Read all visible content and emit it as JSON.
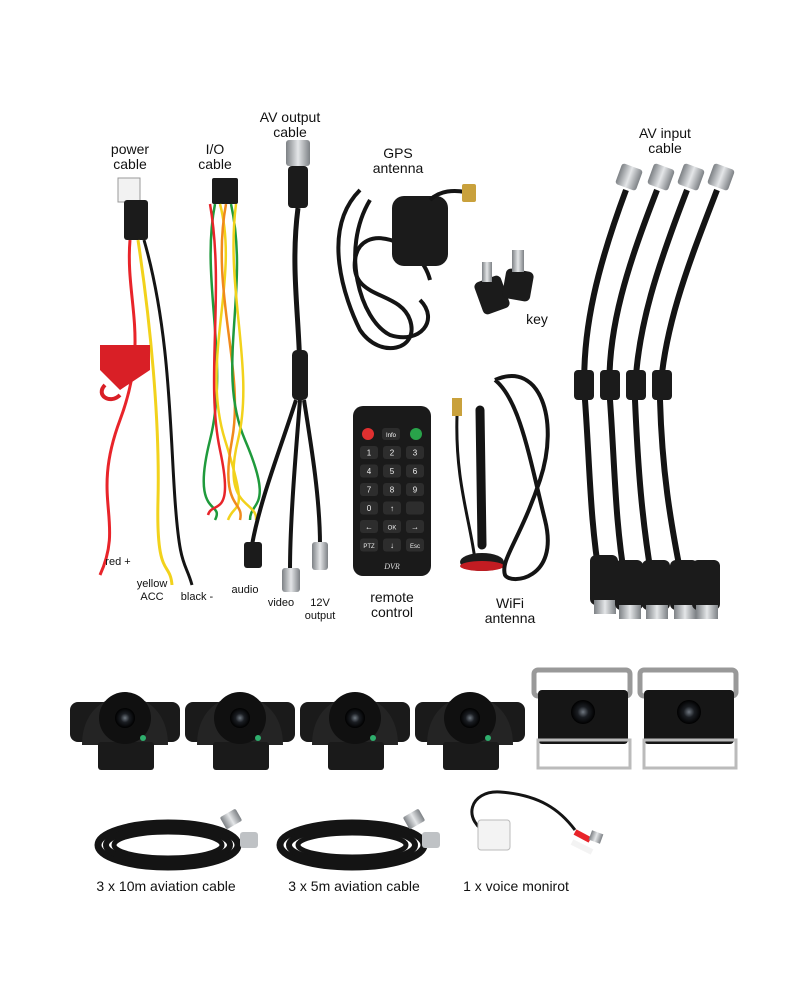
{
  "labels": {
    "power_cable": [
      "power",
      "cable"
    ],
    "io_cable": [
      "I/O",
      "cable"
    ],
    "av_output_cable": [
      "AV output",
      "cable"
    ],
    "gps_antenna": [
      "GPS",
      "antenna"
    ],
    "av_input_cable": [
      "AV input",
      "cable"
    ],
    "key": "key",
    "red": "red +",
    "yellow": [
      "yellow",
      "ACC"
    ],
    "black": "black -",
    "audio": "audio",
    "video": "video",
    "output_12v": [
      "12V",
      "output"
    ],
    "remote_control": [
      "remote",
      "control"
    ],
    "wifi_antenna": [
      "WiFi",
      "antenna"
    ]
  },
  "remote": {
    "brand": "DVR",
    "top_keys": [
      "",
      "Info",
      ""
    ],
    "keys": [
      "1",
      "2",
      "3",
      "4",
      "5",
      "6",
      "7",
      "8",
      "9",
      "0",
      "↑",
      "",
      "←",
      "OK",
      "→",
      "PTZ",
      "↓",
      "Esc"
    ]
  },
  "captions": {
    "cable_10m": "3 x 10m aviation cable",
    "cable_5m": "3 x 5m aviation cable",
    "voice": "1 x voice monirot"
  },
  "colors": {
    "cable_black": "#141414",
    "wire_red": "#e8242a",
    "wire_yellow": "#f2d21c",
    "wire_green": "#1f9a3c",
    "wire_orange": "#f08a1c",
    "fuse_red": "#d91f26",
    "connector_silver": "#b9bcc0"
  }
}
